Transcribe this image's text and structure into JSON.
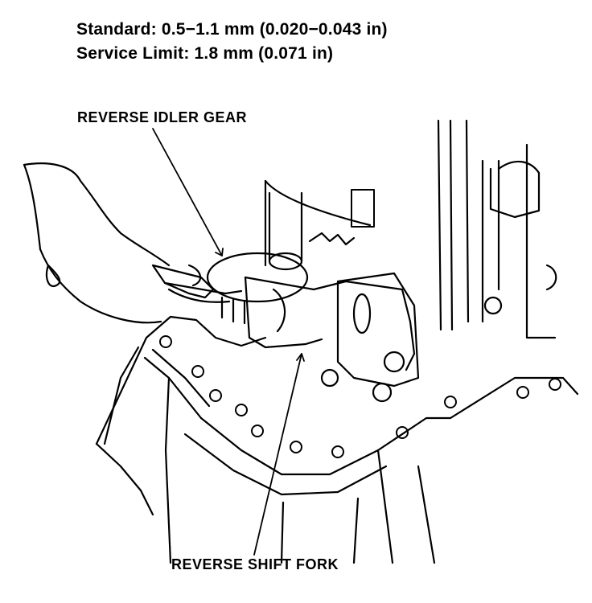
{
  "specs": {
    "standard": "Standard: 0.5−1.1 mm (0.020−0.043 in)",
    "service_limit": "Service Limit: 1.8 mm (0.071 in)"
  },
  "callouts": {
    "reverse_idler_gear": "REVERSE IDLER GEAR",
    "reverse_shift_fork": "REVERSE SHIFT FORK"
  },
  "colors": {
    "ink": "#000000",
    "paper": "#ffffff"
  }
}
